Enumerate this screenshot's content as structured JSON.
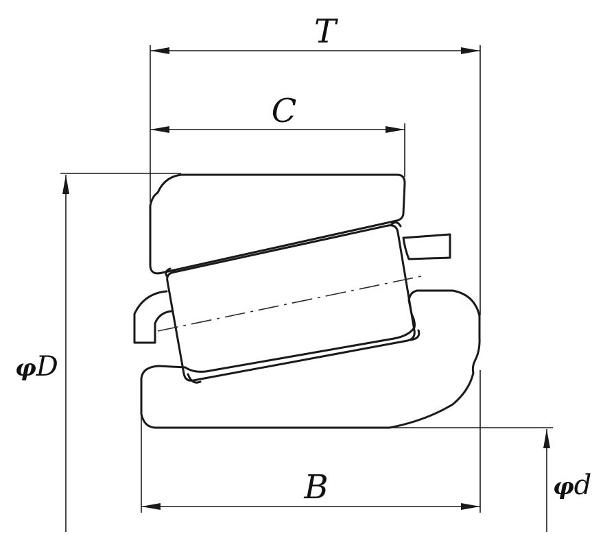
{
  "diagram": {
    "labels": {
      "T": "T",
      "C": "C",
      "B": "B",
      "phi_symbol": "φ",
      "D": "D",
      "d": "d"
    },
    "stroke_color": "#1a1a1a",
    "background": "#ffffff"
  }
}
